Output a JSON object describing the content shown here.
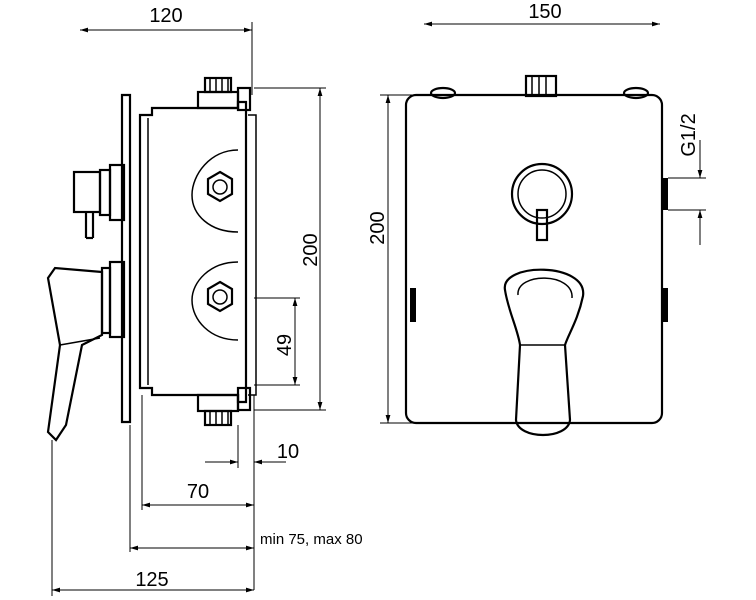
{
  "dimensions": {
    "side_depth_top": "120",
    "front_width": "150",
    "side_height": "200",
    "front_height": "200",
    "port_offset": "49",
    "thread": "G1/2",
    "plate_gap": "10",
    "box_depth": "70",
    "install_range": "min 75, max 80",
    "total_depth": "125"
  }
}
